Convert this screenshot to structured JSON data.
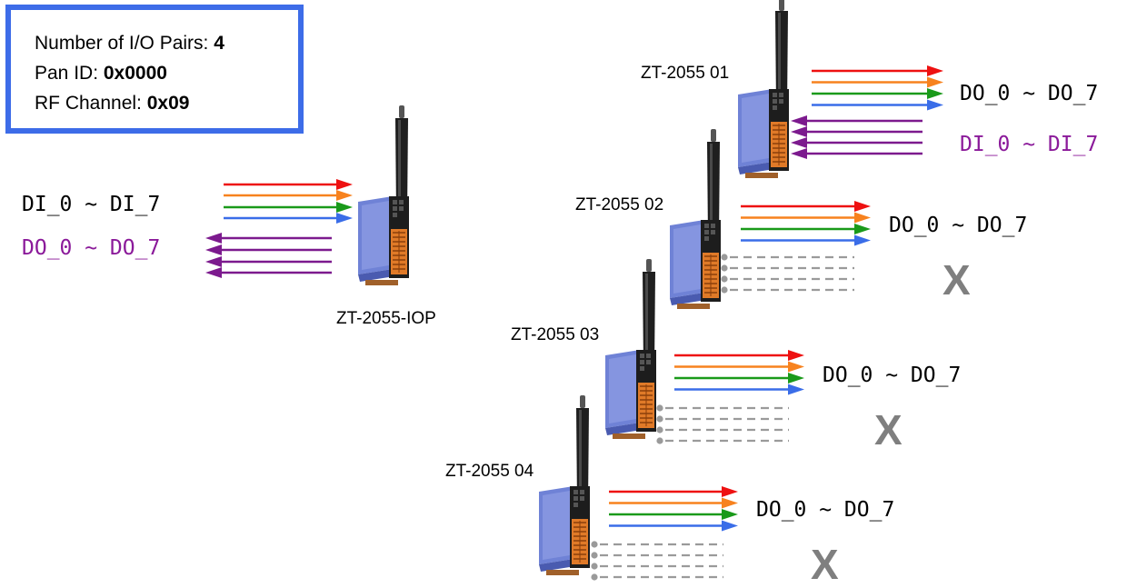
{
  "info": {
    "pairs_label": "Number of I/O Pairs: ",
    "pairs_value": "4",
    "pan_label": "Pan ID: ",
    "pan_value": "0x0000",
    "channel_label": "RF Channel: ",
    "channel_value": "0x09"
  },
  "colors": {
    "box_border": "#3d6ce8",
    "arrow_red": "#ee1111",
    "arrow_orange": "#f7821e",
    "arrow_green": "#1a9a1a",
    "arrow_blue": "#3a6de8",
    "arrow_purple": "#7c1a8e",
    "disabled_gray": "#9a9a9a",
    "device_blue": "#6f82d6",
    "terminal_orange": "#e07a28"
  },
  "master": {
    "name": "ZT-2055-IOP",
    "input_label": "DI_0 ~ DI_7",
    "output_label": "DO_0 ~ DO_7"
  },
  "slaves": [
    {
      "name": "ZT-2055  01",
      "output_label": "DO_0 ~ DO_7",
      "return_label": "DI_0 ~ DI_7",
      "return_active": true
    },
    {
      "name": "ZT-2055  02",
      "output_label": "DO_0 ~ DO_7",
      "disabled_mark": "X",
      "return_active": false
    },
    {
      "name": "ZT-2055  03",
      "output_label": "DO_0 ~ DO_7",
      "disabled_mark": "X",
      "return_active": false
    },
    {
      "name": "ZT-2055  04",
      "output_label": "DO_0 ~ DO_7",
      "disabled_mark": "X",
      "return_active": false
    }
  ]
}
